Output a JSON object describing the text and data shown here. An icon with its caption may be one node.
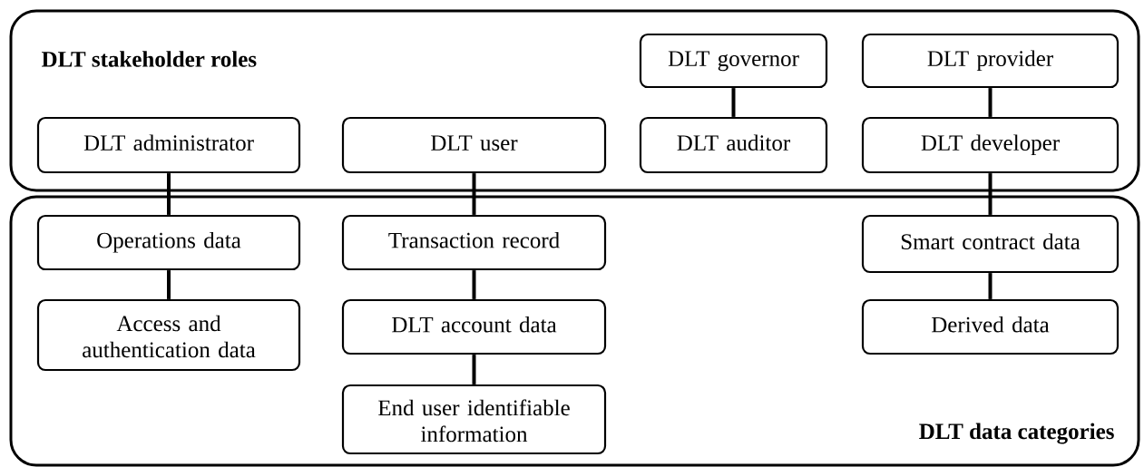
{
  "diagram": {
    "nodes": [
      {
        "text": [
          "DLT stakeholder roles"
        ]
      },
      {
        "text": [
          "DLT governor"
        ],
        "in": 0
      },
      {
        "text": [
          "DLT provider"
        ],
        "in": 0
      },
      {
        "text": [
          "DLT administrator"
        ],
        "in": 0
      },
      {
        "text": [
          "DLT user"
        ],
        "in": 0
      },
      {
        "text": [
          "DLT auditor"
        ],
        "in": 0
      },
      {
        "text": [
          "DLT developer"
        ],
        "in": 0
      },
      {
        "text": [
          "DLT data categories"
        ]
      },
      {
        "text": [
          "Operations data"
        ],
        "in": 7
      },
      {
        "text": [
          "Transaction record"
        ],
        "in": 7
      },
      {
        "text": [
          "Smart contract data"
        ],
        "in": 7
      },
      {
        "text": [
          "Access and authentication data"
        ],
        "in": 7
      },
      {
        "text": [
          "DLT account data"
        ],
        "in": 7
      },
      {
        "text": [
          "Derived data"
        ],
        "in": 7
      },
      {
        "text": [
          "End user identifiable information"
        ],
        "in": 7
      }
    ],
    "edges": [
      {
        "from": 1,
        "to": 5,
        "arrow": "none"
      },
      {
        "from": 2,
        "to": 6,
        "arrow": "none"
      },
      {
        "from": 3,
        "to": 8,
        "arrow": "none"
      },
      {
        "from": 4,
        "to": 9,
        "arrow": "none"
      },
      {
        "from": 6,
        "to": 10,
        "arrow": "none"
      },
      {
        "from": 8,
        "to": 11,
        "arrow": "none"
      },
      {
        "from": 9,
        "to": 12,
        "arrow": "none"
      },
      {
        "from": 12,
        "to": 14,
        "arrow": "none"
      },
      {
        "from": 10,
        "to": 13,
        "arrow": "none"
      }
    ]
  }
}
